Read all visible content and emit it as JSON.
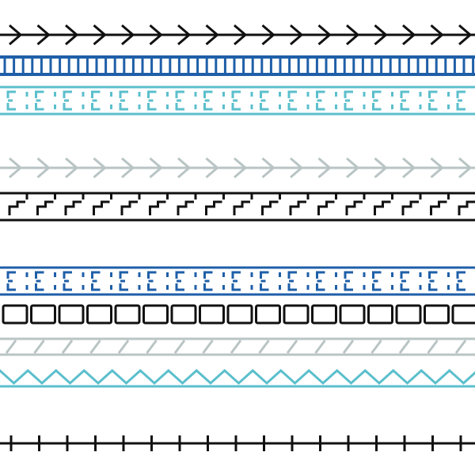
{
  "colors": {
    "background": "#ffffff",
    "black": "#111111",
    "dark_blue": "#1f5fa8",
    "teal": "#5bbfcc",
    "light_gray": "#b9c4c4"
  },
  "borders": [
    {
      "name": "arrow-chevron-border",
      "pattern": "arrow",
      "color": "black"
    },
    {
      "name": "ladder-border",
      "pattern": "ladder",
      "color": "dark_blue"
    },
    {
      "name": "bracket-notch-border",
      "pattern": "brackets",
      "color": "teal"
    },
    {
      "name": "arrow-chevron-border",
      "pattern": "arrow",
      "color": "light_gray"
    },
    {
      "name": "step-notch-border",
      "pattern": "step",
      "color": "black"
    },
    {
      "name": "bracket-notch-border",
      "pattern": "brackets",
      "color": "dark_blue"
    },
    {
      "name": "rounded-rectangle-chain-border",
      "pattern": "chain",
      "color": "black"
    },
    {
      "name": "diagonal-hatch-border",
      "pattern": "hatch",
      "color": "light_gray"
    },
    {
      "name": "zigzag-border",
      "pattern": "zigzag",
      "color": "teal"
    },
    {
      "name": "tick-line-border",
      "pattern": "ticks",
      "color": "black"
    }
  ]
}
